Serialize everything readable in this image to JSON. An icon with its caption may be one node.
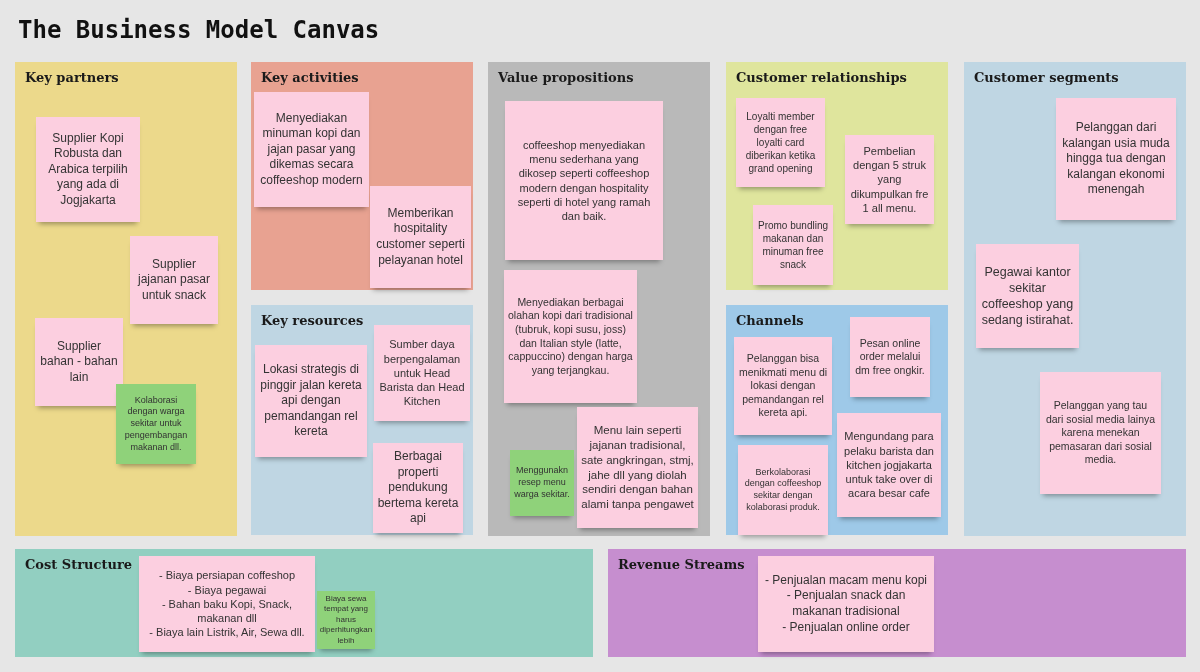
{
  "diagram": {
    "title": "The Business Model Canvas",
    "nodes": [
      {
        "text": [
          "Key partners"
        ]
      },
      {
        "text": [
          "Supplier Kopi Robusta dan Arabica terpilih yang ada di Jogjakarta"
        ],
        "in": 0
      },
      {
        "text": [
          "Supplier jajanan pasar untuk snack"
        ],
        "in": 0
      },
      {
        "text": [
          "Supplier bahan - bahan lain"
        ],
        "in": 0
      },
      {
        "text": [
          "Kolaborasi dengan warga sekitar untuk pengembangan makanan dll."
        ],
        "in": 0
      },
      {
        "text": [
          "Key activities"
        ]
      },
      {
        "text": [
          "Menyediakan minuman kopi dan jajan pasar yang dikemas secara coffeeshop modern"
        ],
        "in": 5
      },
      {
        "text": [
          "Memberikan hospitality customer seperti pelayanan hotel"
        ],
        "in": 5
      },
      {
        "text": [
          "Key resources"
        ]
      },
      {
        "text": [
          "Lokasi strategis  di pinggir jalan kereta api dengan pemandangan rel kereta"
        ],
        "in": 8
      },
      {
        "text": [
          "Sumber daya berpengalaman untuk Head Barista dan Head Kitchen"
        ],
        "in": 8
      },
      {
        "text": [
          "Berbagai properti pendukung bertema kereta api"
        ],
        "in": 8
      },
      {
        "text": [
          "Value  propositions"
        ]
      },
      {
        "text": [
          "coffeeshop menyediakan menu sederhana yang dikosep seperti coffeeshop modern dengan hospitality seperti di hotel yang ramah dan baik."
        ],
        "in": 12
      },
      {
        "text": [
          "Menyediakan berbagai olahan kopi dari tradisional (tubruk, kopi susu, joss) dan Italian style (latte, cappuccino) dengan harga yang terjangkau."
        ],
        "in": 12
      },
      {
        "text": [
          "Menggunakn resep menu warga sekitar."
        ],
        "in": 12
      },
      {
        "text": [
          "Menu lain seperti jajanan tradisional, sate angkringan, stmj, jahe dll yang diolah sendiri dengan bahan alami tanpa pengawet"
        ],
        "in": 12
      },
      {
        "text": [
          "Customer relationships"
        ]
      },
      {
        "text": [
          "Loyalti member dengan free loyalti card diberikan ketika grand opening"
        ],
        "in": 17
      },
      {
        "text": [
          "Pembelian dengan 5 struk yang dikumpulkan fre 1 all menu."
        ],
        "in": 17
      },
      {
        "text": [
          "Promo bundling makanan dan minuman free snack"
        ],
        "in": 17
      },
      {
        "text": [
          "Channels"
        ]
      },
      {
        "text": [
          "Pelanggan bisa menikmati menu di lokasi dengan pemandangan rel kereta api."
        ],
        "in": 21
      },
      {
        "text": [
          "Pesan online order melalui dm free ongkir."
        ],
        "in": 21
      },
      {
        "text": [
          "Berkolaborasi dengan coffeeshop sekitar dengan kolaborasi produk."
        ],
        "in": 21
      },
      {
        "text": [
          "Mengundang para pelaku barista dan kitchen jogjakarta untuk take over di acara besar cafe"
        ],
        "in": 21
      },
      {
        "text": [
          "Customer segments"
        ]
      },
      {
        "text": [
          "Pelanggan dari kalangan usia muda hingga tua dengan kalangan ekonomi menengah"
        ],
        "in": 26
      },
      {
        "text": [
          "Pegawai kantor sekitar coffeeshop yang sedang istirahat."
        ],
        "in": 26
      },
      {
        "text": [
          "Pelanggan yang tau dari sosial media lainya karena menekan pemasaran dari sosial media."
        ],
        "in": 26
      },
      {
        "text": [
          "Cost Structure"
        ]
      },
      {
        "text": [
          "- Biaya persiapan coffeshop",
          "- Biaya pegawai",
          "- Bahan baku Kopi, Snack, makanan dll",
          "- Biaya lain Listrik, Air, Sewa dll."
        ],
        "in": 30
      },
      {
        "text": [
          "Biaya sewa tempat yang harus diperhitungkan lebih"
        ],
        "in": 30
      },
      {
        "text": [
          "Revenue Streams"
        ]
      },
      {
        "text": [
          "- Penjualan macam menu kopi",
          "- Penjualan snack dan makanan tradisional",
          "- Penjualan online order"
        ],
        "in": 33
      }
    ]
  }
}
